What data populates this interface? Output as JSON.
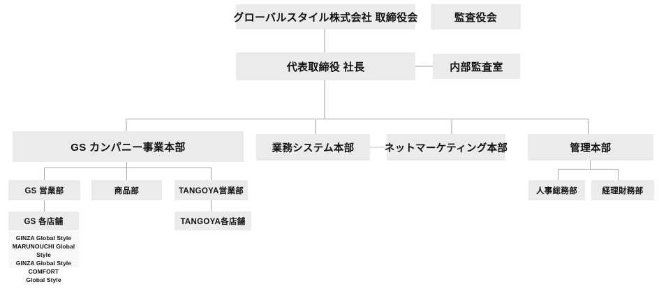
{
  "org": {
    "board": "グローバルスタイル株式会社 取締役会",
    "audit_board": "監査役会",
    "president": "代表取締役 社長",
    "internal_audit": "内部監査室",
    "divisions": {
      "gs_company": "GS カンパニー事業本部",
      "biz_system": "業務システム本部",
      "net_marketing": "ネットマーケティング本部",
      "admin": "管理本部"
    },
    "departments": {
      "gs_sales": "GS 営業部",
      "products": "商品部",
      "tangoya_sales": "TANGOYA営業部",
      "hr": "人事総務部",
      "finance": "経理財務部"
    },
    "stores": {
      "gs_stores": "GS 各店舗",
      "tangoya_stores": "TANGOYA各店舗",
      "gs_store_list": [
        "GINZA Global Style",
        "MARUNOUCHI Global Style",
        "GINZA Global Style COMFORT",
        "Global Style"
      ]
    },
    "colors": {
      "box_fill": "#e9eceb",
      "store_list_fill": "#f7f9f8",
      "line": "#9fa9ac",
      "line_light": "#c9d0d2",
      "text": "#111111",
      "background": "#ffffff"
    }
  }
}
